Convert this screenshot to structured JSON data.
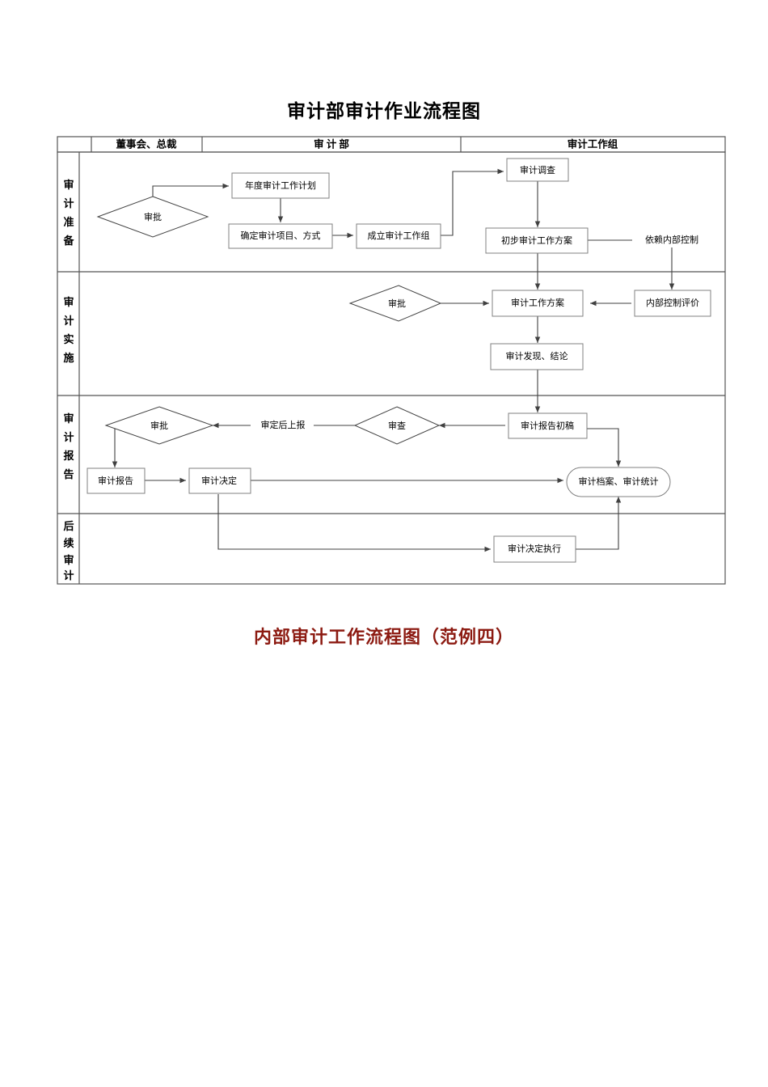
{
  "title": "审计部审计作业流程图",
  "caption": "内部审计工作流程图（范例四）",
  "caption_color": "#8c1a11",
  "columns": [
    {
      "id": "rowlabel",
      "label": ""
    },
    {
      "id": "board",
      "label": "董事会、总裁"
    },
    {
      "id": "audit-dept",
      "label": "审 计 部"
    },
    {
      "id": "audit-team",
      "label": "审计工作组"
    }
  ],
  "rows": [
    {
      "id": "prepare",
      "label": "审计准备"
    },
    {
      "id": "execute",
      "label": "审计实施"
    },
    {
      "id": "report",
      "label": "审计报告"
    },
    {
      "id": "followup",
      "label": "后续审计"
    }
  ],
  "nodes": [
    {
      "id": "approve-1",
      "label": "审批",
      "shape": "diamond",
      "row": "prepare",
      "column": "board"
    },
    {
      "id": "annual-plan",
      "label": "年度审计工作计划",
      "shape": "rect",
      "row": "prepare",
      "column": "audit-dept"
    },
    {
      "id": "confirm-project",
      "label": "确定审计项目、方式",
      "shape": "rect",
      "row": "prepare",
      "column": "audit-dept"
    },
    {
      "id": "form-team",
      "label": "成立审计工作组",
      "shape": "rect",
      "row": "prepare",
      "column": "audit-dept"
    },
    {
      "id": "audit-survey",
      "label": "审计调查",
      "shape": "rect",
      "row": "prepare",
      "column": "audit-team"
    },
    {
      "id": "prelim-plan",
      "label": "初步审计工作方案",
      "shape": "rect",
      "row": "prepare",
      "column": "audit-team"
    },
    {
      "id": "rely-internal-control",
      "label": "依赖内部控制",
      "shape": "text",
      "row": "prepare",
      "column": "audit-team"
    },
    {
      "id": "approve-2",
      "label": "审批",
      "shape": "diamond",
      "row": "execute",
      "column": "audit-dept"
    },
    {
      "id": "audit-plan",
      "label": "审计工作方案",
      "shape": "rect",
      "row": "execute",
      "column": "audit-team"
    },
    {
      "id": "internal-control-eval",
      "label": "内部控制评价",
      "shape": "rect",
      "row": "execute",
      "column": "audit-team"
    },
    {
      "id": "findings",
      "label": "审计发现、结论",
      "shape": "rect",
      "row": "execute",
      "column": "audit-team"
    },
    {
      "id": "approve-3",
      "label": "审批",
      "shape": "diamond",
      "row": "report",
      "column": "board"
    },
    {
      "id": "review",
      "label": "审查",
      "shape": "diamond",
      "row": "report",
      "column": "audit-dept"
    },
    {
      "id": "draft-report",
      "label": "审计报告初稿",
      "shape": "rect",
      "row": "report",
      "column": "audit-team"
    },
    {
      "id": "audit-report",
      "label": "审计报告",
      "shape": "rect",
      "row": "report",
      "column": "board"
    },
    {
      "id": "audit-decision",
      "label": "审计决定",
      "shape": "rect",
      "row": "report",
      "column": "audit-dept"
    },
    {
      "id": "archive-stats",
      "label": "审计档案、审计统计",
      "shape": "stadium",
      "row": "report",
      "column": "audit-team"
    },
    {
      "id": "decision-execution",
      "label": "审计决定执行",
      "shape": "rect",
      "row": "followup",
      "column": "audit-team"
    }
  ],
  "edge_labels": [
    {
      "id": "submit-after-review",
      "label": "审定后上报",
      "from": "review",
      "to": "approve-3"
    }
  ]
}
